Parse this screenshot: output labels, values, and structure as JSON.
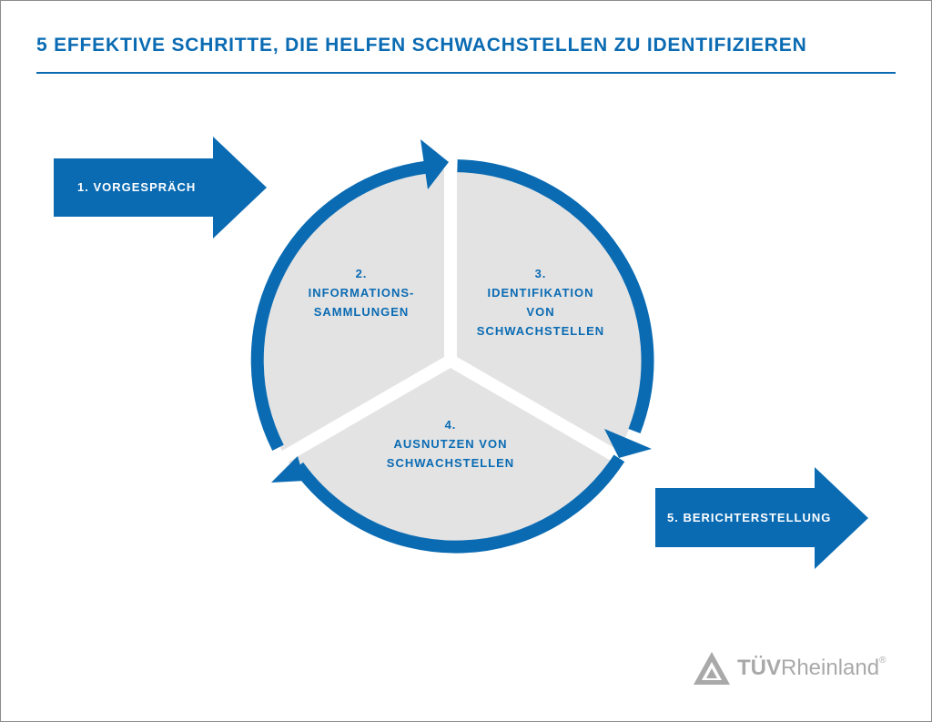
{
  "title": "5 EFFEKTIVE SCHRITTE, DIE HELFEN SCHWACHSTELLEN ZU IDENTIFIZIEREN",
  "steps": {
    "step1": "1. VORGESPRÄCH",
    "step2": [
      "2.",
      "INFORMATIONS-",
      "SAMMLUNGEN"
    ],
    "step3": [
      "3.",
      "IDENTIFIKATION",
      "VON",
      "SCHWACHSTELLEN"
    ],
    "step4": [
      "4.",
      "AUSNUTZEN VON",
      "SCHWACHSTELLEN"
    ],
    "step5": "5. BERICHTERSTELLUNG"
  },
  "logo": {
    "tuv": "TÜV",
    "rheinland": "Rheinland",
    "reg": "®"
  },
  "colors": {
    "primary": "#0a6bb3",
    "segment": "#e3e3e3",
    "logo": "#a9a9a9"
  }
}
